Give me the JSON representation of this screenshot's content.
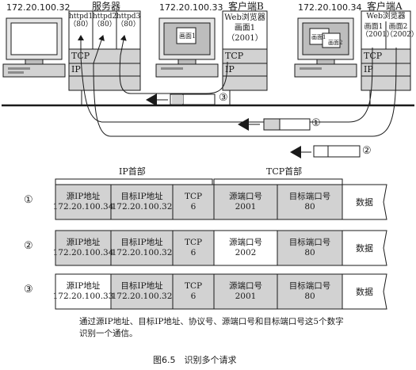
{
  "hosts": {
    "server": {
      "ip": "172.20.100.32",
      "role": "服务器",
      "procs": [
        {
          "name": "httpd1",
          "port": "（80）"
        },
        {
          "name": "httpd2",
          "port": "（80）"
        },
        {
          "name": "httpd3",
          "port": "（80）"
        }
      ]
    },
    "client_b": {
      "ip": "172.20.100.33",
      "role": "客户端B",
      "app": "Web浏览器",
      "window": "画面1",
      "port": "（2001）",
      "screen": [
        "画面1"
      ]
    },
    "client_a": {
      "ip": "172.20.100.34",
      "role": "客户端A",
      "app": "Web浏览器",
      "windows": [
        {
          "name": "画面1",
          "port": "（2001）"
        },
        {
          "name": "画面2",
          "port": "（2002）"
        }
      ],
      "screen": [
        "画面1",
        "画面2"
      ]
    }
  },
  "stack": {
    "tcp": "TCP",
    "ip": "IP"
  },
  "flows": [
    "③",
    "①",
    "②"
  ],
  "table": {
    "ip_header": "IP首部",
    "tcp_header": "TCP首部",
    "rows": [
      {
        "num": "①",
        "src_ip_label": "源IP地址",
        "src_ip": "172.20.100.34",
        "dst_ip_label": "目标IP地址",
        "dst_ip": "172.20.100.32",
        "proto_label": "TCP",
        "proto": "6",
        "src_port_label": "源端口号",
        "src_port": "2001",
        "dst_port_label": "目标端口号",
        "dst_port": "80",
        "data": "数据"
      },
      {
        "num": "②",
        "src_ip_label": "源IP地址",
        "src_ip": "172.20.100.34",
        "dst_ip_label": "目标IP地址",
        "dst_ip": "172.20.100.32",
        "proto_label": "TCP",
        "proto": "6",
        "src_port_label": "源端口号",
        "src_port": "2002",
        "dst_port_label": "目标端口号",
        "dst_port": "80",
        "data": "数据"
      },
      {
        "num": "③",
        "src_ip_label": "源IP地址",
        "src_ip": "172.20.100.33",
        "dst_ip_label": "目标IP地址",
        "dst_ip": "172.20.100.32",
        "proto_label": "TCP",
        "proto": "6",
        "src_port_label": "源端口号",
        "src_port": "2001",
        "dst_port_label": "目标端口号",
        "dst_port": "80",
        "data": "数据"
      }
    ]
  },
  "note": [
    "通过源IP地址、目标IP地址、协议号、源端口号和目标端口号这5个数字",
    "识别一个通信。"
  ],
  "caption": "图6.5　识别多个请求",
  "colors": {
    "gray": "#d2d2d2",
    "dark": "#8c8c8c",
    "line": "#1a1a1a"
  }
}
